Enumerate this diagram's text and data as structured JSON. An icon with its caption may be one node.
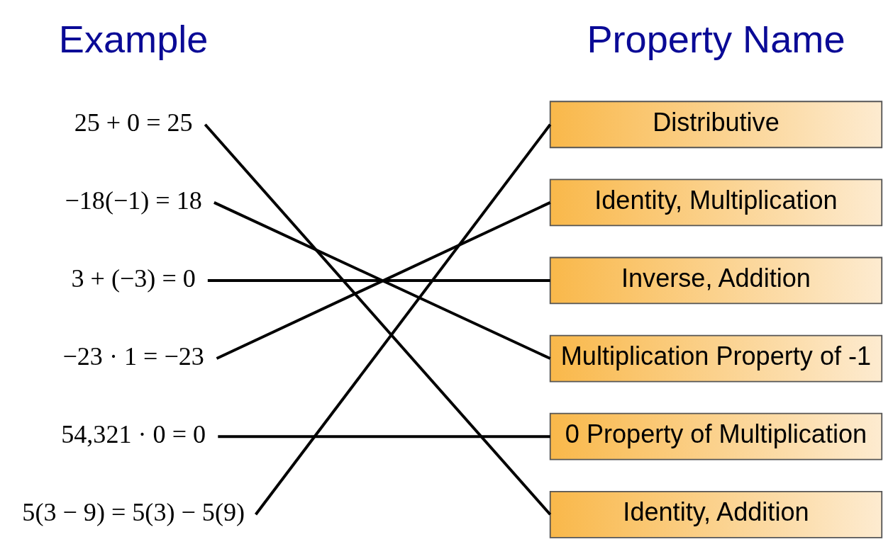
{
  "diagram": {
    "nodes": [
      {
        "text": [
          "25 + 0 = 25"
        ]
      },
      {
        "text": [
          "−18(−1) = 18"
        ]
      },
      {
        "text": [
          "3 + (−3) = 0"
        ]
      },
      {
        "text": [
          "−23 · 1 = −23"
        ]
      },
      {
        "text": [
          "54,321 · 0 = 0"
        ]
      },
      {
        "text": [
          "5(3 − 9) = 5(3) − 5(9)"
        ]
      },
      {
        "text": [
          "Distributive"
        ]
      },
      {
        "text": [
          "Identity, Multiplication"
        ]
      },
      {
        "text": [
          "Inverse, Addition"
        ]
      },
      {
        "text": [
          "Multiplication Property of -1"
        ]
      },
      {
        "text": [
          "0 Property of Multiplication"
        ]
      },
      {
        "text": [
          "Identity, Addition"
        ]
      }
    ],
    "edges": [
      {
        "from": 0,
        "to": 11,
        "arrow": "none"
      },
      {
        "from": 1,
        "to": 9,
        "arrow": "none"
      },
      {
        "from": 2,
        "to": 8,
        "arrow": "none"
      },
      {
        "from": 3,
        "to": 7,
        "arrow": "none"
      },
      {
        "from": 4,
        "to": 10,
        "arrow": "none"
      },
      {
        "from": 5,
        "to": 6,
        "arrow": "none"
      }
    ],
    "labels": [
      "Example",
      "Property Name"
    ]
  }
}
